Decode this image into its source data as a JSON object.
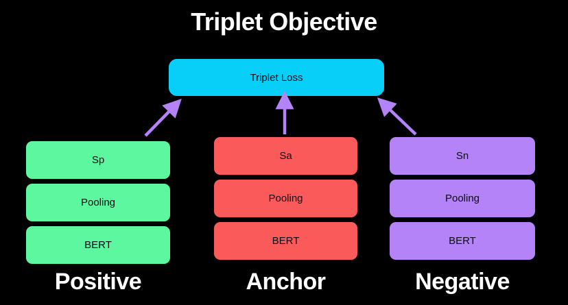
{
  "figure": {
    "title": "Triplet Objective",
    "background_color": "#000000",
    "title_color": "#ffffff"
  },
  "loss_node": {
    "label": "Triplet Loss",
    "color": "#08CFF7",
    "text_color": "#0a0a12"
  },
  "columns": [
    {
      "id": "positive",
      "footer_label": "Positive",
      "color": "#5CF79E",
      "cells": [
        {
          "label": "Sp"
        },
        {
          "label": "Pooling"
        },
        {
          "label": "BERT"
        }
      ]
    },
    {
      "id": "anchor",
      "footer_label": "Anchor",
      "color": "#FB5A5A",
      "cells": [
        {
          "label": "Sa"
        },
        {
          "label": "Pooling"
        },
        {
          "label": "BERT"
        }
      ]
    },
    {
      "id": "negative",
      "footer_label": "Negative",
      "color": "#B583F8",
      "cells": [
        {
          "label": "Sn"
        },
        {
          "label": "Pooling"
        },
        {
          "label": "BERT"
        }
      ]
    }
  ],
  "arrows": {
    "color": "#B583F8",
    "items": [
      {
        "id": "positive-to-loss",
        "direction": "up-right"
      },
      {
        "id": "anchor-to-loss",
        "direction": "up"
      },
      {
        "id": "negative-to-loss",
        "direction": "up-left"
      }
    ]
  }
}
